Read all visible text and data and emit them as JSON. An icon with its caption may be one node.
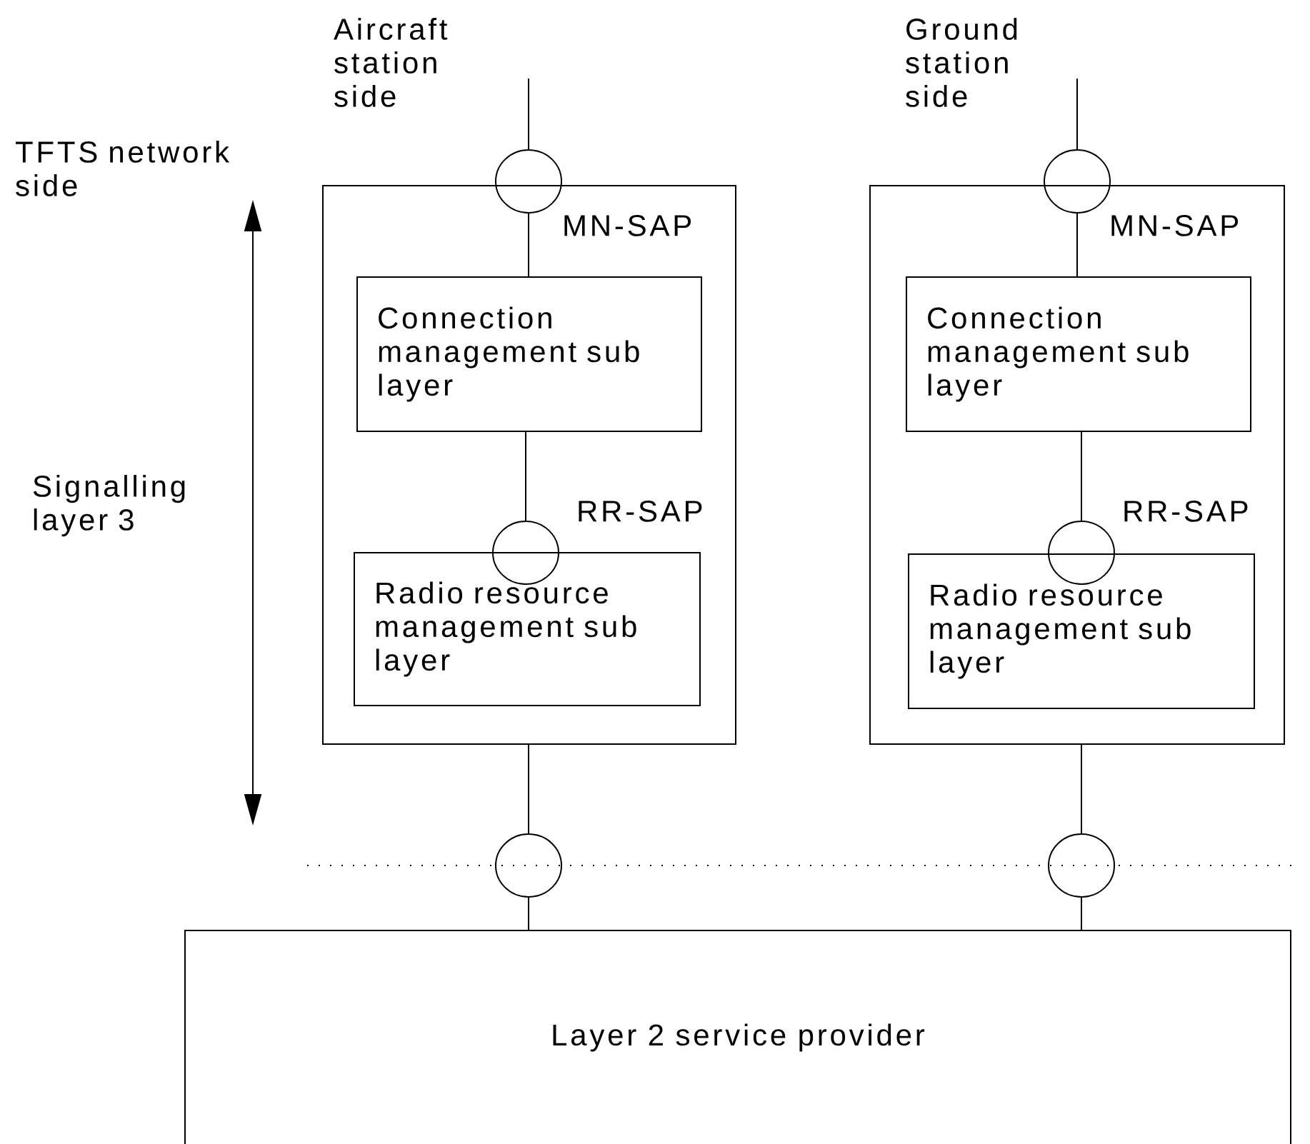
{
  "diagram": {
    "nodes": [
      {
        "text": [],
        "shape": "box"
      },
      {
        "text": [],
        "shape": "circle"
      },
      {
        "text": [
          "Connection management sub layer"
        ],
        "in": 0
      },
      {
        "text": [],
        "shape": "circle",
        "in": 0
      },
      {
        "text": [
          "Radio resource management sub layer"
        ],
        "in": 0
      },
      {
        "text": [],
        "shape": "box"
      },
      {
        "text": [],
        "shape": "circle"
      },
      {
        "text": [
          "Connection management sub layer"
        ],
        "in": 5
      },
      {
        "text": [],
        "shape": "circle",
        "in": 5
      },
      {
        "text": [
          "Radio resource management sub layer"
        ],
        "in": 5
      },
      {
        "text": [],
        "shape": "circle"
      },
      {
        "text": [],
        "shape": "circle"
      },
      {
        "text": [
          "Layer 2 service provider"
        ]
      }
    ],
    "edges": [
      {
        "from": null,
        "to": 1,
        "arrow": "none"
      },
      {
        "from": 1,
        "to": 2,
        "arrow": "none"
      },
      {
        "from": 2,
        "to": 3,
        "arrow": "none"
      },
      {
        "from": 0,
        "to": 10,
        "arrow": "none"
      },
      {
        "from": 10,
        "to": 12,
        "arrow": "none"
      },
      {
        "from": null,
        "to": 6,
        "arrow": "none"
      },
      {
        "from": 6,
        "to": 7,
        "arrow": "none"
      },
      {
        "from": 7,
        "to": 8,
        "arrow": "none"
      },
      {
        "from": 5,
        "to": 11,
        "arrow": "none"
      },
      {
        "from": 11,
        "to": 12,
        "arrow": "none"
      }
    ],
    "labels": [
      "Aircraft station side",
      "Ground station side",
      "TFTS network side",
      "MN-SAP",
      "MN-SAP",
      "Signalling layer 3",
      "RR-SAP",
      "RR-SAP"
    ]
  }
}
